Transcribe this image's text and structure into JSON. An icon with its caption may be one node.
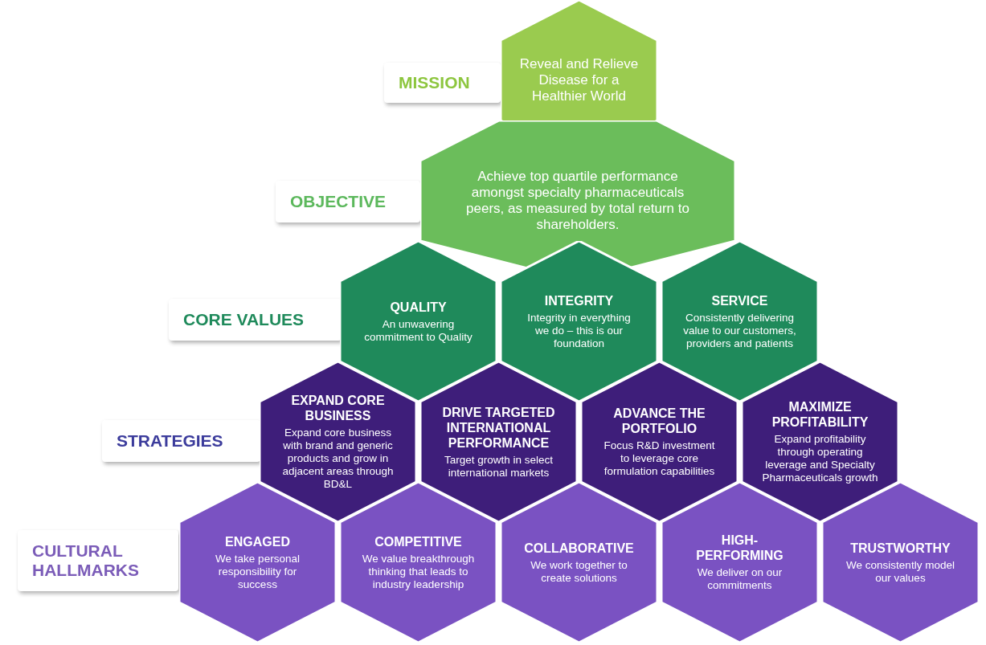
{
  "diagram": {
    "nodes": [
      {
        "text": [
          "MISSION"
        ]
      },
      {
        "text": [
          "Reveal and Relieve Disease for a Healthier World"
        ]
      },
      {
        "text": [
          "OBJECTIVE"
        ]
      },
      {
        "text": [
          "Achieve top quartile performance amongst specialty pharmaceuticals peers, as measured by total return to shareholders."
        ]
      },
      {
        "text": [
          "CORE VALUES"
        ]
      },
      {
        "text": [
          "QUALITY",
          "An unwavering commitment to Quality"
        ]
      },
      {
        "text": [
          "INTEGRITY",
          "Integrity in everything we do – this is our foundation"
        ]
      },
      {
        "text": [
          "SERVICE",
          "Consistently delivering value to our customers, providers and patients"
        ]
      },
      {
        "text": [
          "STRATEGIES"
        ]
      },
      {
        "text": [
          "EXPAND CORE BUSINESS",
          "Expand core business with brand and generic products and grow in adjacent areas through BD&L"
        ]
      },
      {
        "text": [
          "DRIVE TARGETED INTERNATIONAL PERFORMANCE",
          "Target growth in select international markets"
        ]
      },
      {
        "text": [
          "ADVANCE THE PORTFOLIO",
          "Focus R&D investment to leverage core formulation capabilities"
        ]
      },
      {
        "text": [
          "MAXIMIZE PROFITABILITY",
          "Expand profitability through operating leverage and Specialty Pharmaceuticals growth"
        ]
      },
      {
        "text": [
          "CULTURAL HALLMARKS"
        ]
      },
      {
        "text": [
          "ENGAGED",
          "We take personal responsibility for success"
        ]
      },
      {
        "text": [
          "COMPETITIVE",
          "We value breakthrough thinking that leads to industry leadership"
        ]
      },
      {
        "text": [
          "COLLABORATIVE",
          "We work together to create solutions"
        ]
      },
      {
        "text": [
          "HIGH-PERFORMING",
          "We deliver on our commitments"
        ]
      },
      {
        "text": [
          "TRUSTWORTHY",
          "We consistently model our values"
        ]
      }
    ]
  }
}
